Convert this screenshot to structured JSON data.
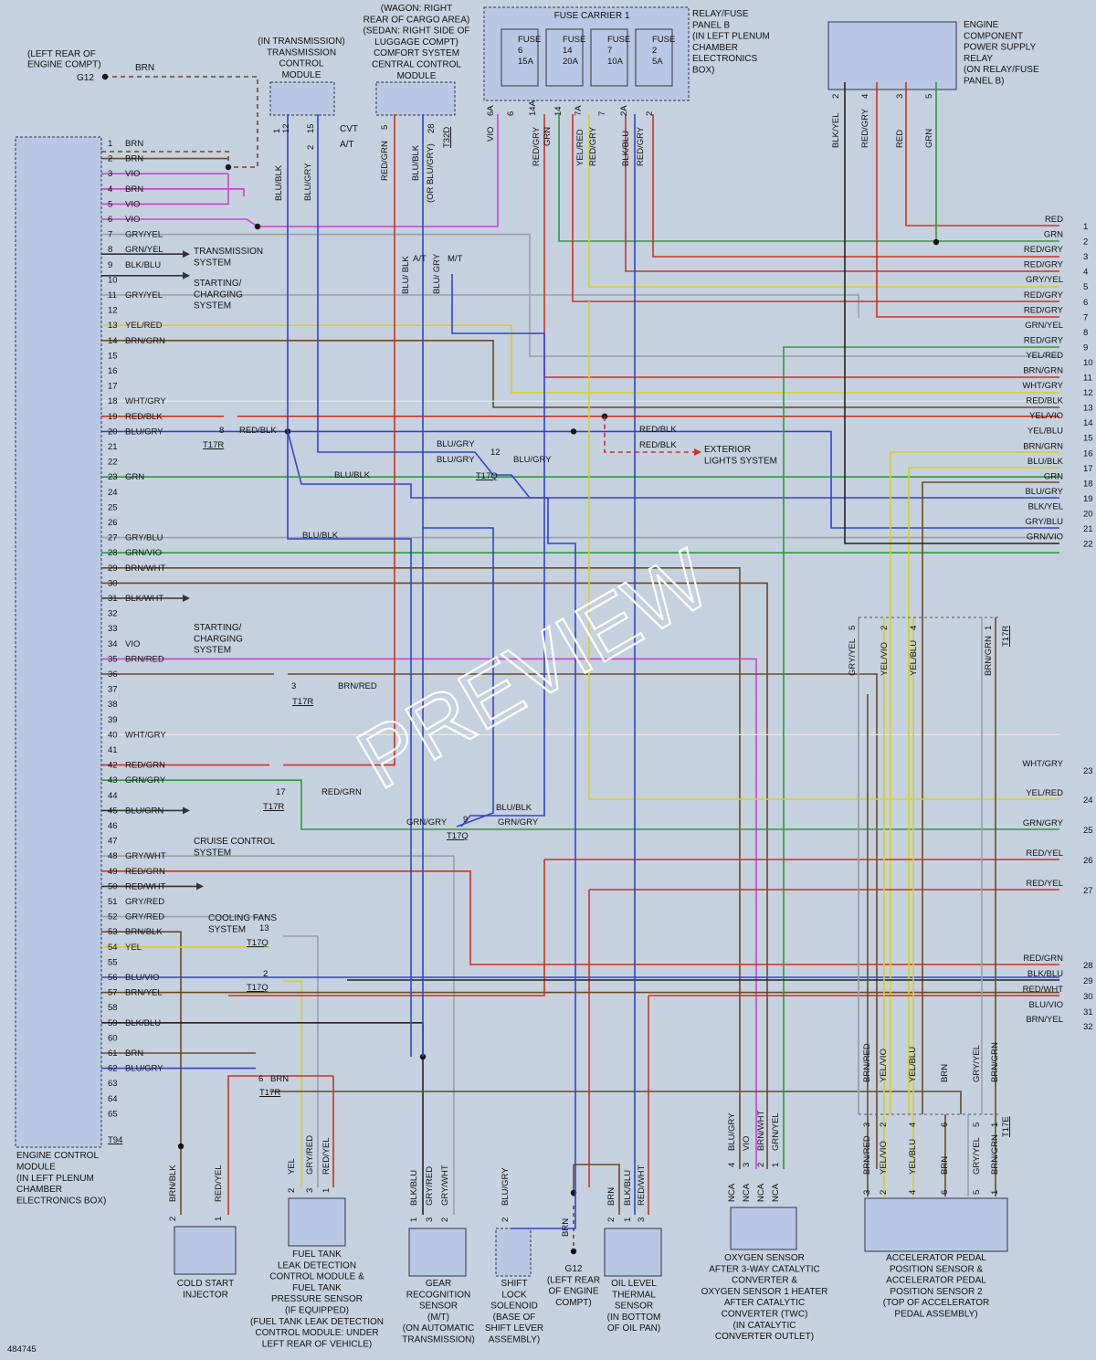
{
  "diagram_id": "484745",
  "watermark": "PREVIEW",
  "ecm": {
    "name_lines": [
      "ENGINE CONTROL",
      "MODULE",
      "(IN LEFT PLENUM",
      "CHAMBER",
      "ELECTRONICS BOX)"
    ],
    "connector": "T94",
    "pins": [
      {
        "n": "1",
        "c": "BRN"
      },
      {
        "n": "2",
        "c": "BRN"
      },
      {
        "n": "3",
        "c": "VIO"
      },
      {
        "n": "4",
        "c": "BRN"
      },
      {
        "n": "5",
        "c": "VIO"
      },
      {
        "n": "6",
        "c": "VIO"
      },
      {
        "n": "7",
        "c": "GRY/YEL"
      },
      {
        "n": "8",
        "c": "GRN/YEL"
      },
      {
        "n": "9",
        "c": "BLK/BLU"
      },
      {
        "n": "10",
        "c": ""
      },
      {
        "n": "11",
        "c": "GRY/YEL"
      },
      {
        "n": "12",
        "c": ""
      },
      {
        "n": "13",
        "c": "YEL/RED"
      },
      {
        "n": "14",
        "c": "BRN/GRN"
      },
      {
        "n": "15",
        "c": ""
      },
      {
        "n": "16",
        "c": ""
      },
      {
        "n": "17",
        "c": ""
      },
      {
        "n": "18",
        "c": "WHT/GRY"
      },
      {
        "n": "19",
        "c": "RED/BLK"
      },
      {
        "n": "20",
        "c": "BLU/GRY"
      },
      {
        "n": "21",
        "c": ""
      },
      {
        "n": "22",
        "c": ""
      },
      {
        "n": "23",
        "c": "GRN"
      },
      {
        "n": "24",
        "c": ""
      },
      {
        "n": "25",
        "c": ""
      },
      {
        "n": "26",
        "c": ""
      },
      {
        "n": "27",
        "c": "GRY/BLU"
      },
      {
        "n": "28",
        "c": "GRN/VIO"
      },
      {
        "n": "29",
        "c": "BRN/WHT"
      },
      {
        "n": "30",
        "c": ""
      },
      {
        "n": "31",
        "c": "BLK/WHT"
      },
      {
        "n": "32",
        "c": ""
      },
      {
        "n": "33",
        "c": ""
      },
      {
        "n": "34",
        "c": "VIO"
      },
      {
        "n": "35",
        "c": "BRN/RED"
      },
      {
        "n": "36",
        "c": ""
      },
      {
        "n": "37",
        "c": ""
      },
      {
        "n": "38",
        "c": ""
      },
      {
        "n": "39",
        "c": ""
      },
      {
        "n": "40",
        "c": "WHT/GRY"
      },
      {
        "n": "41",
        "c": ""
      },
      {
        "n": "42",
        "c": "RED/GRN"
      },
      {
        "n": "43",
        "c": "GRN/GRY"
      },
      {
        "n": "44",
        "c": ""
      },
      {
        "n": "45",
        "c": "BLU/GRN"
      },
      {
        "n": "46",
        "c": ""
      },
      {
        "n": "47",
        "c": ""
      },
      {
        "n": "48",
        "c": "GRY/WHT"
      },
      {
        "n": "49",
        "c": "RED/GRN"
      },
      {
        "n": "50",
        "c": "RED/WHT"
      },
      {
        "n": "51",
        "c": "GRY/RED"
      },
      {
        "n": "52",
        "c": "GRY/RED"
      },
      {
        "n": "53",
        "c": "BRN/BLK"
      },
      {
        "n": "54",
        "c": "YEL"
      },
      {
        "n": "55",
        "c": ""
      },
      {
        "n": "56",
        "c": "BLU/VIO"
      },
      {
        "n": "57",
        "c": "BRN/YEL"
      },
      {
        "n": "58",
        "c": ""
      },
      {
        "n": "59",
        "c": "BLK/BLU"
      },
      {
        "n": "60",
        "c": ""
      },
      {
        "n": "61",
        "c": "BRN"
      },
      {
        "n": "62",
        "c": "BLU/GRY"
      },
      {
        "n": "63",
        "c": ""
      },
      {
        "n": "64",
        "c": ""
      },
      {
        "n": "65",
        "c": ""
      }
    ]
  },
  "right_edge": [
    {
      "n": "1",
      "c": "RED"
    },
    {
      "n": "2",
      "c": "GRN"
    },
    {
      "n": "3",
      "c": "RED/GRY"
    },
    {
      "n": "4",
      "c": "RED/GRY"
    },
    {
      "n": "5",
      "c": "GRY/YEL"
    },
    {
      "n": "6",
      "c": "RED/GRY"
    },
    {
      "n": "7",
      "c": "RED/GRY"
    },
    {
      "n": "8",
      "c": "GRN/YEL"
    },
    {
      "n": "9",
      "c": "RED/GRY"
    },
    {
      "n": "10",
      "c": "YEL/RED"
    },
    {
      "n": "11",
      "c": "BRN/GRN"
    },
    {
      "n": "12",
      "c": "WHT/GRY"
    },
    {
      "n": "13",
      "c": "RED/BLK"
    },
    {
      "n": "14",
      "c": "YEL/VIO"
    },
    {
      "n": "15",
      "c": "YEL/BLU"
    },
    {
      "n": "16",
      "c": "BRN/GRN"
    },
    {
      "n": "17",
      "c": "BLU/BLK"
    },
    {
      "n": "18",
      "c": "GRN"
    },
    {
      "n": "19",
      "c": "BLU/GRY"
    },
    {
      "n": "20",
      "c": "BLK/YEL"
    },
    {
      "n": "21",
      "c": "GRY/BLU"
    },
    {
      "n": "22",
      "c": "GRN/VIO"
    },
    {
      "n": "23",
      "c": "WHT/GRY"
    },
    {
      "n": "24",
      "c": "YEL/RED"
    },
    {
      "n": "25",
      "c": "GRN/GRY"
    },
    {
      "n": "26",
      "c": "RED/YEL"
    },
    {
      "n": "27",
      "c": "RED/YEL"
    },
    {
      "n": "28",
      "c": "RED/GRN"
    },
    {
      "n": "29",
      "c": "BLK/BLU"
    },
    {
      "n": "30",
      "c": "RED/WHT"
    },
    {
      "n": "31",
      "c": "BLU/VIO"
    },
    {
      "n": "32",
      "c": "BRN/YEL"
    }
  ],
  "components": {
    "g12_top": [
      "(LEFT REAR OF",
      "ENGINE COMPT)",
      "G12"
    ],
    "g12_top_wire": "BRN",
    "tcm": [
      "(IN TRANSMISSION)",
      "TRANSMISSION",
      "CONTROL",
      "MODULE"
    ],
    "tcm_pins": {
      "p1": "1",
      "p12": "12",
      "p15": "15",
      "p2": "2",
      "cvt": "CVT",
      "at": "A/T",
      "w1": "BLU/BLK",
      "w2": "BLU/GRY"
    },
    "comfort": [
      "(WAGON: RIGHT",
      "REAR OF CARGO AREA)",
      "(SEDAN: RIGHT SIDE OF",
      "LUGGAGE COMPT)",
      "COMFORT SYSTEM",
      "CENTRAL CONTROL",
      "MODULE"
    ],
    "comfort_pins": {
      "p5": "5",
      "p28": "28",
      "conn": "T32D",
      "w1": "RED/GRN",
      "w2": "BLU/BLK",
      "w2b": "(OR BLU/GRY)"
    },
    "fuse_carrier": "FUSE CARRIER 1",
    "fuses": [
      {
        "l1": "FUSE",
        "l2": "6",
        "l3": "15A"
      },
      {
        "l1": "FUSE",
        "l2": "14",
        "l3": "20A"
      },
      {
        "l1": "FUSE",
        "l2": "7",
        "l3": "10A"
      },
      {
        "l1": "FUSE",
        "l2": "2",
        "l3": "5A"
      }
    ],
    "fuse_pins": [
      "VIO",
      "6A",
      "6",
      "RED/GRY",
      "14A",
      "GRN",
      "14",
      "YEL/RED",
      "7A",
      "RED/GRY",
      "7",
      "BLK/BLU",
      "2A",
      "RED/GRY",
      "2"
    ],
    "relay_panel": [
      "RELAY/FUSE",
      "PANEL B",
      "(IN LEFT PLENUM",
      "CHAMBER",
      "ELECTRONICS",
      "BOX)"
    ],
    "power_relay": [
      "ENGINE",
      "COMPONENT",
      "POWER SUPPLY",
      "RELAY",
      "(ON RELAY/FUSE",
      "PANEL B)"
    ],
    "power_relay_pins": [
      {
        "n": "2",
        "c": "BLK/YEL"
      },
      {
        "n": "4",
        "c": "RED/GRY"
      },
      {
        "n": "3",
        "c": "RED"
      },
      {
        "n": "5",
        "c": "GRN"
      }
    ],
    "cold_start": [
      "COLD START",
      "INJECTOR"
    ],
    "cold_start_pins": [
      {
        "n": "2",
        "c": "BRN/BLK"
      },
      {
        "n": "1",
        "c": "RED/YEL"
      }
    ],
    "fuel_tank": [
      "FUEL TANK",
      "LEAK DETECTION",
      "CONTROL MODULE &",
      "FUEL TANK",
      "PRESSURE SENSOR",
      "(IF EQUIPPED)",
      "(FUEL TANK LEAK DETECTION",
      "CONTROL MODULE: UNDER",
      "LEFT REAR OF VEHICLE)"
    ],
    "fuel_tank_pins": [
      {
        "n": "2",
        "c": "YEL"
      },
      {
        "n": "3",
        "c": "GRY/RED"
      },
      {
        "n": "1",
        "c": "RED/YEL"
      }
    ],
    "gear_sensor": [
      "GEAR",
      "RECOGNITION",
      "SENSOR",
      "(M/T)",
      "(ON AUTOMATIC",
      "TRANSMISSION)"
    ],
    "gear_pins": [
      {
        "n": "1",
        "c": "BLK/BLU"
      },
      {
        "n": "3",
        "c": "GRY/RED"
      },
      {
        "n": "2",
        "c": "GRY/WHT"
      }
    ],
    "shift_lock": [
      "SHIFT",
      "LOCK",
      "SOLENOID",
      "(BASE OF",
      "SHIFT LEVER",
      "ASSEMBLY)"
    ],
    "shift_pins": [
      {
        "n": "2",
        "c": "BLU/GRY"
      }
    ],
    "g12_bottom": [
      "G12",
      "(LEFT REAR",
      "OF ENGINE",
      "COMPT)"
    ],
    "g12_bottom_wire": "BRN",
    "oil_sensor": [
      "OIL LEVEL",
      "THERMAL",
      "SENSOR",
      "(IN BOTTOM",
      "OF OIL PAN)"
    ],
    "oil_pins": [
      {
        "n": "2",
        "c": "BRN"
      },
      {
        "n": "1",
        "c": "BLK/BLU"
      },
      {
        "n": "3",
        "c": "RED/WHT"
      }
    ],
    "o2_sensor": [
      "OXYGEN SENSOR",
      "AFTER 3-WAY CATALYTIC",
      "CONVERTER &",
      "OXYGEN SENSOR 1 HEATER",
      "AFTER CATALYTIC",
      "CONVERTER (TWC)",
      "(IN CATALYTIC",
      "CONVERTER OUTLET)"
    ],
    "o2_pins": [
      {
        "n": "4",
        "c": "BLU/GRY"
      },
      {
        "n": "3",
        "c": "VIO"
      },
      {
        "n": "2",
        "c": "BRN/WHT"
      },
      {
        "n": "1",
        "c": "GRN/YEL"
      }
    ],
    "o2_nca": "NCA",
    "pedal": [
      "ACCELERATOR PEDAL",
      "POSITION SENSOR &",
      "ACCELERATOR PEDAL",
      "POSITION SENSOR 2",
      "(TOP OF ACCELERATOR",
      "PEDAL ASSEMBLY)"
    ],
    "pedal_pins": [
      {
        "n": "3",
        "c": "BRN/RED"
      },
      {
        "n": "2",
        "c": "YEL/VIO"
      },
      {
        "n": "4",
        "c": "YEL/BLU"
      },
      {
        "n": "6",
        "c": "BRN"
      },
      {
        "n": "5",
        "c": "GRY/YEL"
      },
      {
        "n": "1",
        "c": "BRN/GRN"
      }
    ],
    "t17e": "T17E",
    "t17r_mid": {
      "pins": [
        "5",
        "2",
        "4",
        "1"
      ],
      "wires": [
        "GRY/YEL",
        "YEL/VIO",
        "YEL/BLU",
        "BRN/GRN"
      ],
      "conn": "T17R"
    }
  },
  "systems": {
    "transmission": [
      "TRANSMISSION",
      "SYSTEM"
    ],
    "starting1": [
      "STARTING/",
      "CHARGING",
      "SYSTEM"
    ],
    "starting2": [
      "STARTING/",
      "CHARGING",
      "SYSTEM"
    ],
    "exterior": [
      "EXTERIOR",
      "LIGHTS SYSTEM"
    ],
    "cruise": [
      "CRUISE CONTROL",
      "SYSTEM"
    ],
    "cooling": [
      "COOLING FANS",
      "SYSTEM"
    ]
  },
  "connectors": {
    "c19": {
      "pin": "8",
      "conn": "T17R",
      "wire": "RED/BLK"
    },
    "c20": {
      "pin": "12",
      "conn": "T17Q",
      "wire": "BLU/GRY"
    },
    "c35": {
      "pin": "3",
      "conn": "T17R",
      "wire": "BRN/RED"
    },
    "c42": {
      "pin": "17",
      "conn": "T17R",
      "wire": "RED/GRN"
    },
    "c43": {
      "pin": "9",
      "conn": "T17Q",
      "wire1": "GRN/GRY",
      "wire2": "BLU/BLK",
      "wire3": "GRN/GRY"
    },
    "c52": {
      "pin": "13",
      "conn": "T17Q"
    },
    "c55": {
      "pin": "2",
      "conn": "T17Q"
    },
    "c61": {
      "pin": "6",
      "conn": "T17R",
      "wire": "BRN"
    }
  },
  "mid_labels": {
    "blu_gry_a": "BLU/GRY",
    "blu_gry_b": "BLU/GRY",
    "blu_blk_a": "BLU/BLK",
    "blu_blk_b": "BLU/BLK",
    "red_blk_a": "RED/BLK",
    "red_blk_b": "RED/BLK",
    "at": "A/T",
    "mt": "M/T",
    "blu_blk_v": "BLU/ BLK",
    "blu_gry_v": "BLU/ GRY"
  }
}
